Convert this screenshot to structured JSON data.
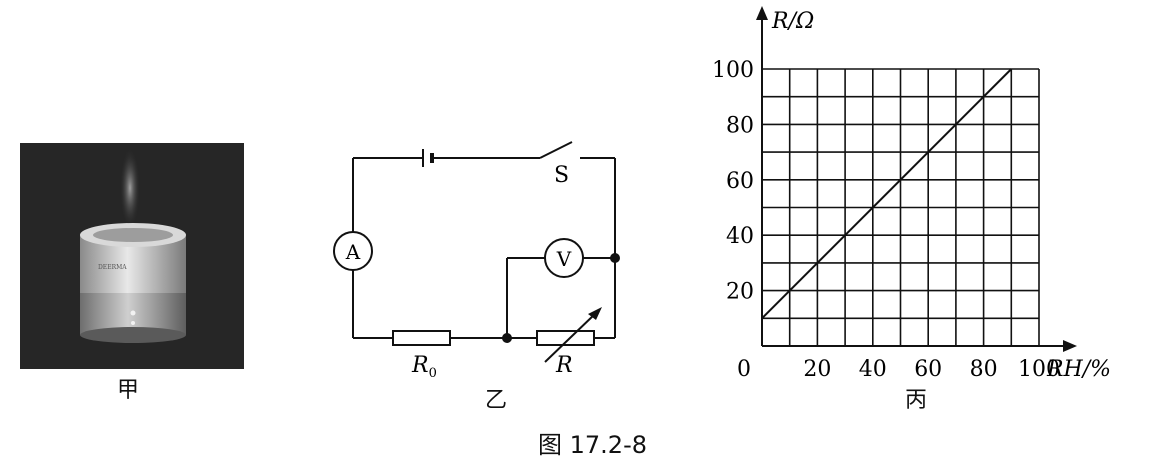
{
  "captions": {
    "photo": "甲",
    "circuit": "乙",
    "chart": "丙",
    "figure": "图 17.2-8"
  },
  "photo": {
    "brand_text": "DEERMA"
  },
  "circuit": {
    "switch_label": "S",
    "ammeter_label": "A",
    "voltmeter_label": "V",
    "fixed_resistor_label": "R",
    "fixed_resistor_subscript": "0",
    "variable_resistor_label": "R"
  },
  "chart_data": {
    "type": "line",
    "title": "",
    "xlabel": "RH/%",
    "ylabel": "R/Ω",
    "xlim": [
      0,
      100
    ],
    "ylim": [
      0,
      110
    ],
    "x_ticks": [
      20,
      40,
      60,
      80,
      100
    ],
    "y_ticks": [
      20,
      40,
      60,
      80,
      100
    ],
    "origin_label": "0",
    "grid": true,
    "grid_x_step": 10,
    "grid_y_step": 10,
    "series": [
      {
        "x": [
          0,
          90
        ],
        "y": [
          10,
          100
        ]
      }
    ]
  }
}
